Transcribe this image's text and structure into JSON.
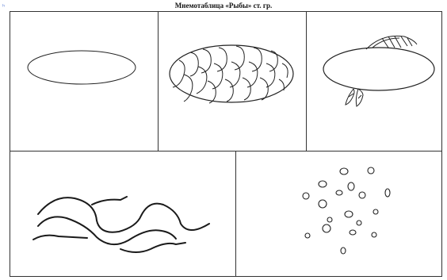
{
  "document": {
    "title": "Мнемотаблица «Рыбы» ст. гр.",
    "cursor_glyph": "ʰ"
  },
  "cells": [
    {
      "name": "cell-oval",
      "content": "oval-shape"
    },
    {
      "name": "cell-fish-body-scales",
      "content": "oval-with-scales"
    },
    {
      "name": "cell-fish-fins",
      "content": "oval-with-fins"
    },
    {
      "name": "cell-waves",
      "content": "wavy-lines"
    },
    {
      "name": "cell-bubbles",
      "content": "scattered-circles"
    }
  ],
  "colors": {
    "line": "#222222",
    "border": "#333333",
    "background": "#ffffff"
  }
}
